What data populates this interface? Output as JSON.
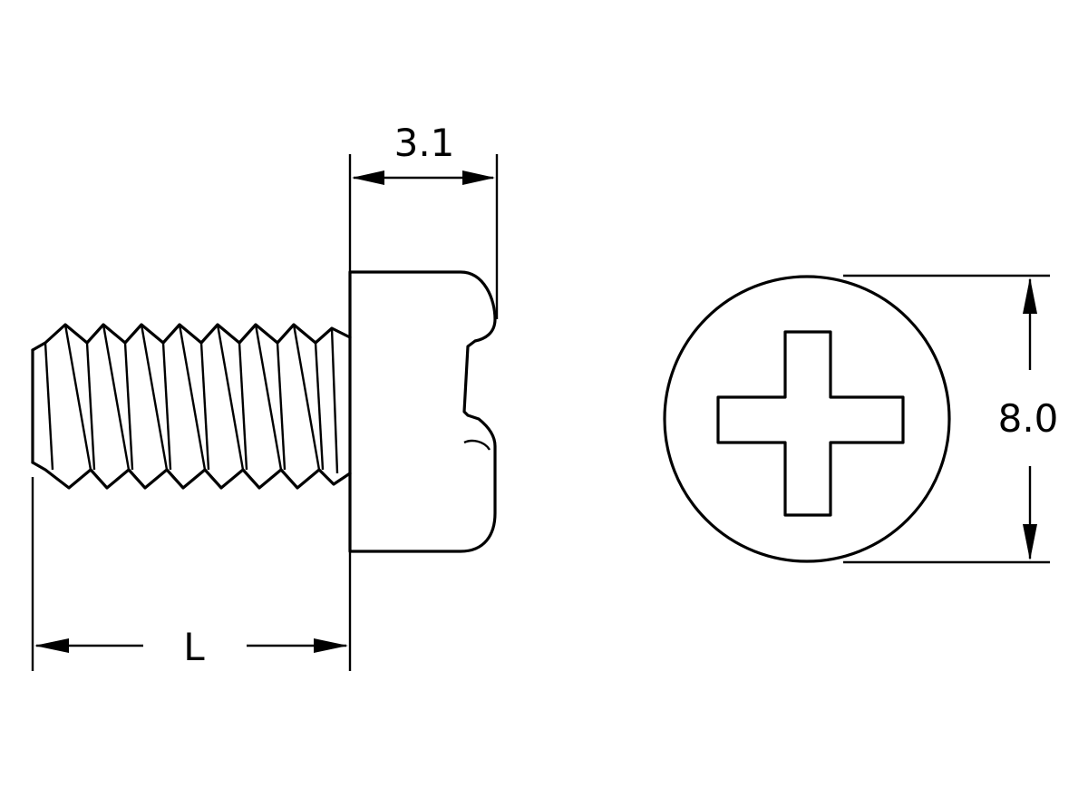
{
  "dimensions": {
    "head_height": "3.1",
    "head_diameter": "8.0",
    "length": "L"
  },
  "views": {
    "side": {
      "icon": "pan-head-screw-side-icon",
      "thread_crests": 8
    },
    "top": {
      "icon": "phillips-drive-icon"
    }
  },
  "colors": {
    "line": "#000000",
    "background": "#ffffff"
  }
}
